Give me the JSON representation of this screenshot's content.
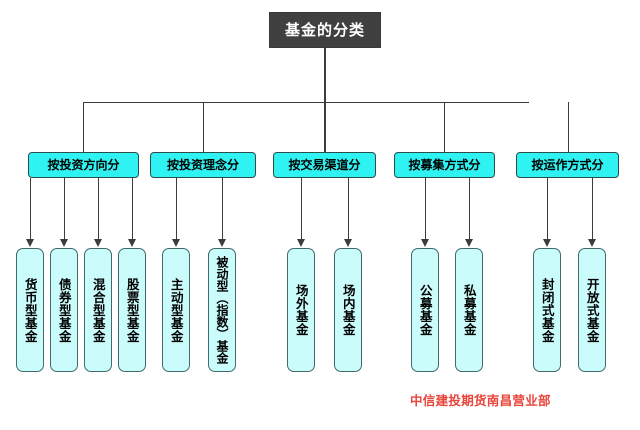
{
  "diagram": {
    "title": "基金的分类",
    "colors": {
      "root_fill": "#404040",
      "root_text": "#ffffff",
      "category_fill": "#2ff3f3",
      "leaf_fill": "#cbfcfc",
      "line": "#3c3c3c",
      "footer_text": "#e8453c",
      "background": "#ffffff"
    },
    "categories": [
      {
        "label": "按投资方向分",
        "children": [
          {
            "label": "货币型基金"
          },
          {
            "label": "债券型基金"
          },
          {
            "label": "混合型基金"
          },
          {
            "label": "股票型基金"
          }
        ]
      },
      {
        "label": "按投资理念分",
        "children": [
          {
            "label": "主动型基金"
          },
          {
            "label": "被动型（指数）基金"
          }
        ]
      },
      {
        "label": "按交易渠道分",
        "children": [
          {
            "label": "场外基金"
          },
          {
            "label": "场内基金"
          }
        ]
      },
      {
        "label": "按募集方式分",
        "children": [
          {
            "label": "公募基金"
          },
          {
            "label": "私募基金"
          }
        ]
      },
      {
        "label": "按运作方式分",
        "children": [
          {
            "label": "封闭式基金"
          },
          {
            "label": "开放式基金"
          }
        ]
      }
    ],
    "footer": "中信建投期货南昌营业部"
  }
}
